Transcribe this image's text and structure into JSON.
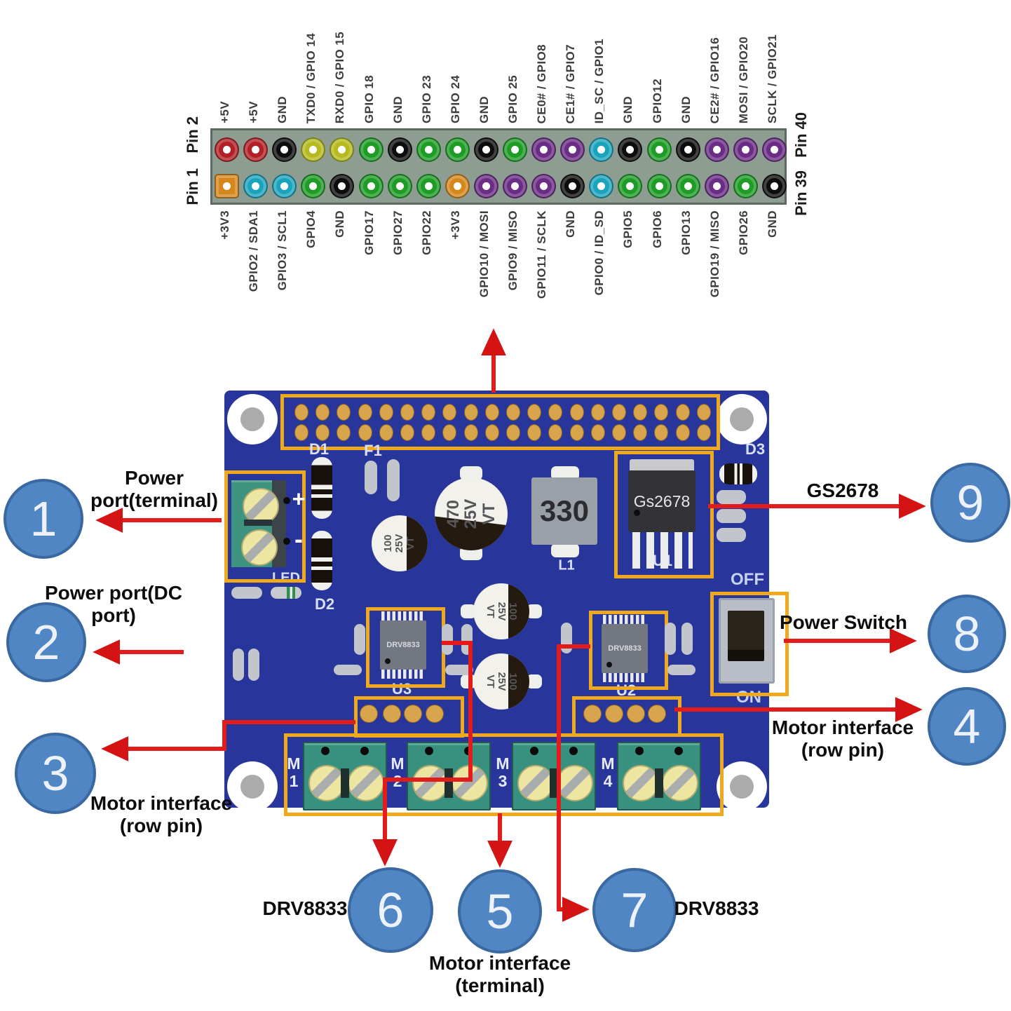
{
  "pinout": {
    "side_labels": {
      "top_left": "Pin 2",
      "bottom_left": "Pin 1",
      "top_right": "Pin 40",
      "bottom_right": "Pin 39"
    },
    "pins": [
      {
        "top": {
          "label": "+5V",
          "color": "red"
        },
        "bottom": {
          "label": "+3V3",
          "color": "orange",
          "square": true
        }
      },
      {
        "top": {
          "label": "+5V",
          "color": "red"
        },
        "bottom": {
          "label": "GPIO2 / SDA1",
          "color": "cyan"
        }
      },
      {
        "top": {
          "label": "GND",
          "color": "black"
        },
        "bottom": {
          "label": "GPIO3 / SCL1",
          "color": "cyan"
        }
      },
      {
        "top": {
          "label": "TXD0 / GPIO 14",
          "color": "yellow"
        },
        "bottom": {
          "label": "GPIO4",
          "color": "green"
        }
      },
      {
        "top": {
          "label": "RXD0 / GPIO 15",
          "color": "yellow"
        },
        "bottom": {
          "label": "GND",
          "color": "black"
        }
      },
      {
        "top": {
          "label": "GPIO 18",
          "color": "green"
        },
        "bottom": {
          "label": "GPIO17",
          "color": "green"
        }
      },
      {
        "top": {
          "label": "GND",
          "color": "black"
        },
        "bottom": {
          "label": "GPIO27",
          "color": "green"
        }
      },
      {
        "top": {
          "label": "GPIO 23",
          "color": "green"
        },
        "bottom": {
          "label": "GPIO22",
          "color": "green"
        }
      },
      {
        "top": {
          "label": "GPIO 24",
          "color": "green"
        },
        "bottom": {
          "label": "+3V3",
          "color": "orange"
        }
      },
      {
        "top": {
          "label": "GND",
          "color": "black"
        },
        "bottom": {
          "label": "GPIO10 / MOSI",
          "color": "purple"
        }
      },
      {
        "top": {
          "label": "GPIO 25",
          "color": "green"
        },
        "bottom": {
          "label": "GPIO9 / MISO",
          "color": "purple"
        }
      },
      {
        "top": {
          "label": "CE0# / GPIO8",
          "color": "purple"
        },
        "bottom": {
          "label": "GPIO11 / SCLK",
          "color": "purple"
        }
      },
      {
        "top": {
          "label": "CE1# / GPIO7",
          "color": "purple"
        },
        "bottom": {
          "label": "GND",
          "color": "black"
        }
      },
      {
        "top": {
          "label": "ID_SC / GPIO1",
          "color": "cyan"
        },
        "bottom": {
          "label": "GPIO0 / ID_SD",
          "color": "cyan"
        }
      },
      {
        "top": {
          "label": "GND",
          "color": "black"
        },
        "bottom": {
          "label": "GPIO5",
          "color": "green"
        }
      },
      {
        "top": {
          "label": "GPIO12",
          "color": "green"
        },
        "bottom": {
          "label": "GPIO6",
          "color": "green"
        }
      },
      {
        "top": {
          "label": "GND",
          "color": "black"
        },
        "bottom": {
          "label": "GPIO13",
          "color": "green"
        }
      },
      {
        "top": {
          "label": "CE2# / GPIO16",
          "color": "purple"
        },
        "bottom": {
          "label": "GPIO19 / MISO",
          "color": "purple"
        }
      },
      {
        "top": {
          "label": "MOSI / GPIO20",
          "color": "purple"
        },
        "bottom": {
          "label": "GPIO26",
          "color": "green"
        }
      },
      {
        "top": {
          "label": "SCLK / GPIO21",
          "color": "purple"
        },
        "bottom": {
          "label": "GND",
          "color": "black"
        }
      }
    ]
  },
  "board": {
    "refs": {
      "d1": "D1",
      "f1": "F1",
      "d2": "D2",
      "d3": "D3",
      "led": "LED",
      "u1": "U1",
      "u2": "U2",
      "u3": "U3",
      "l1": "L1"
    },
    "switch": {
      "off": "OFF",
      "on": "ON"
    },
    "terminal": {
      "plus": "+",
      "minus": "-"
    },
    "chips": {
      "u1_text": "Gs2678",
      "u2_text": "DRV8833",
      "u3_text": "DRV8833"
    },
    "parts": {
      "cap_big": [
        "470",
        "25V",
        "VT"
      ],
      "cap_small": [
        "100",
        "25V",
        "VT"
      ],
      "cap_mid": [
        "100",
        "25V",
        "VT"
      ],
      "inductor": "330"
    },
    "motors": [
      {
        "letter": "M",
        "num": "1"
      },
      {
        "letter": "M",
        "num": "2"
      },
      {
        "letter": "M",
        "num": "3"
      },
      {
        "letter": "M",
        "num": "4"
      }
    ]
  },
  "callouts": [
    {
      "number": "1",
      "label_lines": [
        "Power",
        "port(terminal)"
      ]
    },
    {
      "number": "2",
      "label_lines": [
        "Power port(DC",
        "port)"
      ]
    },
    {
      "number": "3",
      "label_lines": [
        "Motor interface",
        "(row pin)"
      ]
    },
    {
      "number": "4",
      "label_lines": [
        "Motor interface",
        "(row pin)"
      ]
    },
    {
      "number": "5",
      "label_lines": [
        "Motor interface",
        "(terminal)"
      ]
    },
    {
      "number": "6",
      "label_lines": [
        "DRV8833"
      ]
    },
    {
      "number": "7",
      "label_lines": [
        "DRV8833"
      ]
    },
    {
      "number": "8",
      "label_lines": [
        "Power Switch"
      ]
    },
    {
      "number": "9",
      "label_lines": [
        "GS2678"
      ]
    }
  ],
  "colors": {
    "pin_red": "#b31f25",
    "pin_black": "#0d0d0d",
    "pin_yellow": "#b6ba1f",
    "pin_green": "#1e9c26",
    "pin_purple": "#6a2c85",
    "pin_cyan": "#1ba3bd",
    "pin_orange": "#d5871c",
    "board_blue": "#28369c",
    "highlight_yellow": "#f0a81c",
    "arrow_red": "#e31b1b",
    "callout_blue": "#4f86c3"
  }
}
